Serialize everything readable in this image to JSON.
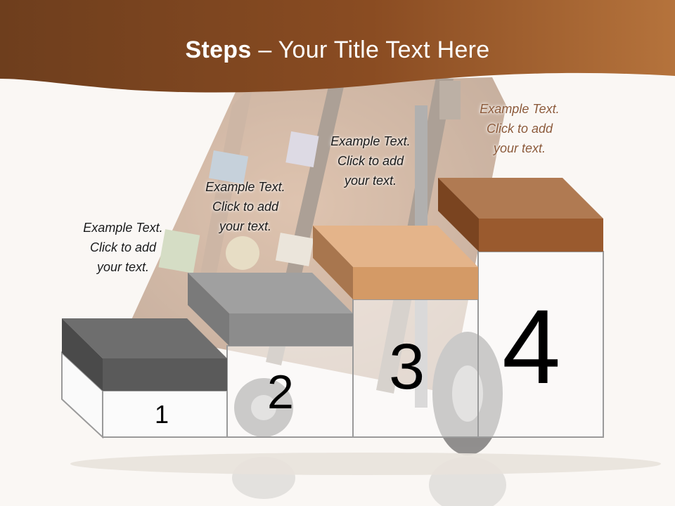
{
  "title": {
    "bold": "Steps",
    "rest": " – Your Title Text Here"
  },
  "steps": [
    {
      "number": "1",
      "text_lines": [
        "Example Text.",
        "Click  to add",
        "your text."
      ],
      "color": "#5a5a5a"
    },
    {
      "number": "2",
      "text_lines": [
        "Example Text.",
        "Click  to add",
        "your text."
      ],
      "color": "#8c8c8c"
    },
    {
      "number": "3",
      "text_lines": [
        "Example Text.",
        "Click  to add",
        "your text."
      ],
      "color": "#d49a66"
    },
    {
      "number": "4",
      "text_lines": [
        "Example Text.",
        "Click  to add",
        "your text."
      ],
      "color": "#9a5a2e"
    }
  ],
  "colors": {
    "header_dark": "#6e3e1d",
    "header_light": "#b5733c",
    "caption_accent": "#8c5a3a"
  }
}
